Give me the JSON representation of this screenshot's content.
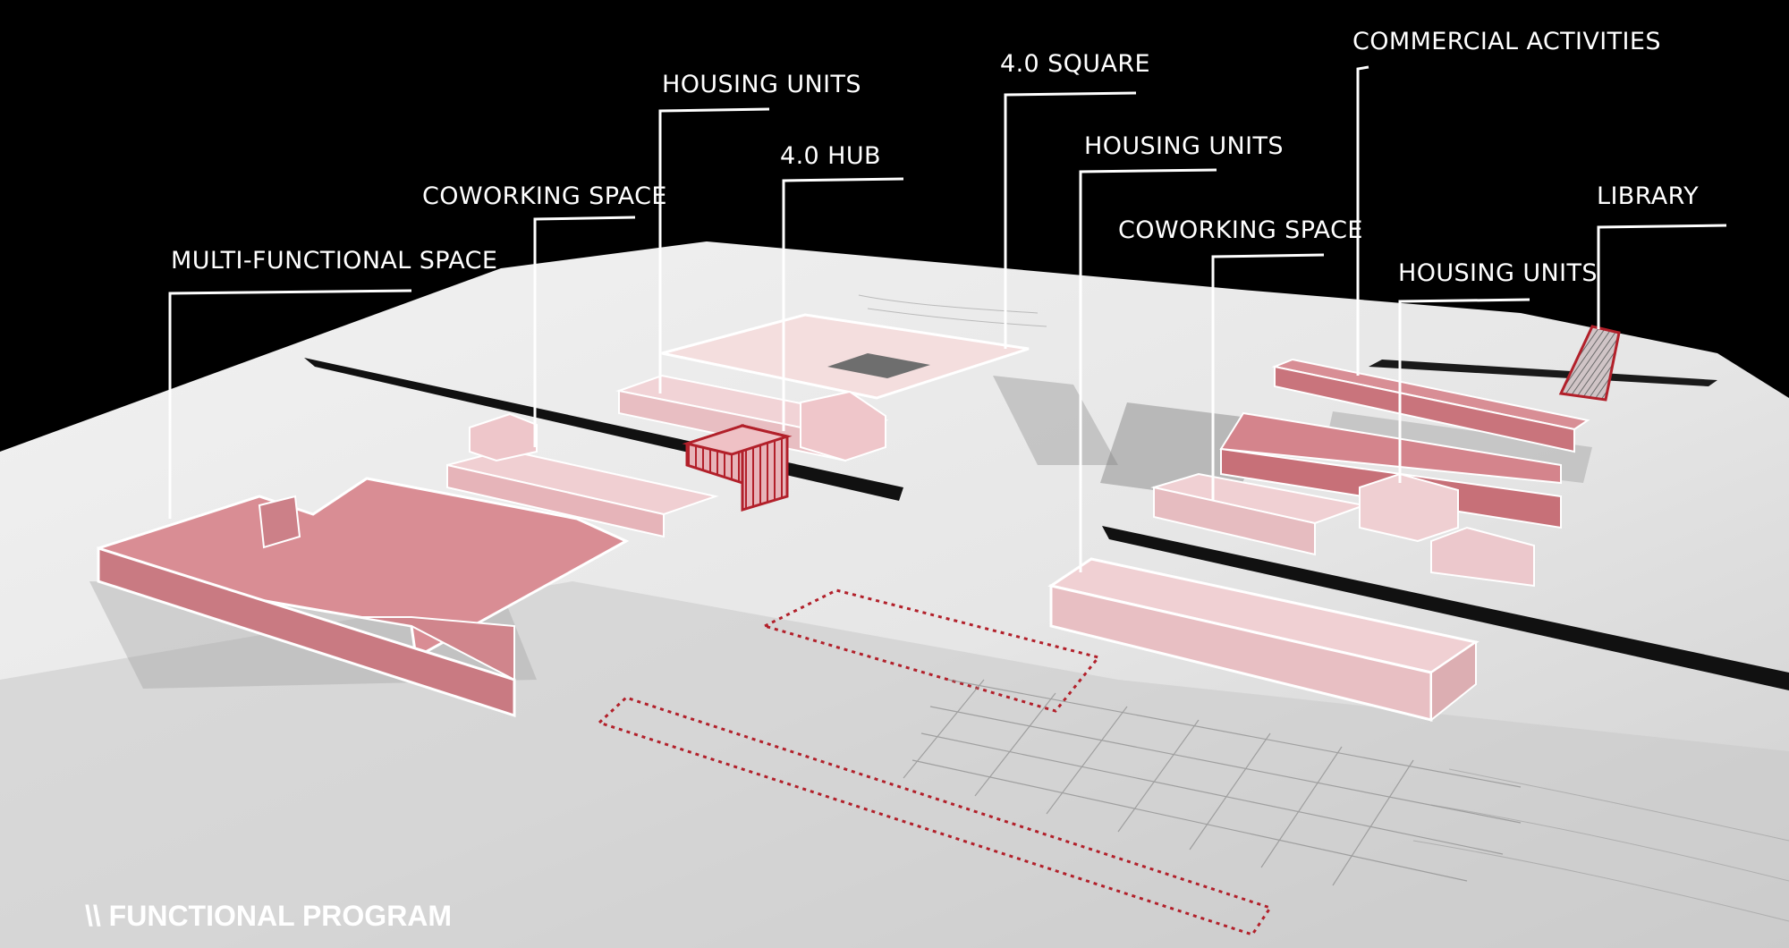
{
  "labels": {
    "multi_functional_space": "MULTI-FUNCTIONAL SPACE",
    "coworking_space_left": "COWORKING SPACE",
    "housing_units_top": "HOUSING UNITS",
    "hub": "4.0 HUB",
    "square": "4.0 SQUARE",
    "housing_units_center": "HOUSING UNITS",
    "coworking_space_right": "COWORKING SPACE",
    "commercial_activities": "COMMERCIAL ACTIVITIES",
    "library": "LIBRARY",
    "housing_units_right": "HOUSING UNITS"
  },
  "footer": {
    "title": "\\\\ FUNCTIONAL PROGRAM"
  },
  "colors": {
    "background": "#000000",
    "model_white": "#ececec",
    "program_red": "#d8888f",
    "program_pink": "#ecc8cc",
    "outline_red": "#b2202a",
    "road": "#111111"
  }
}
